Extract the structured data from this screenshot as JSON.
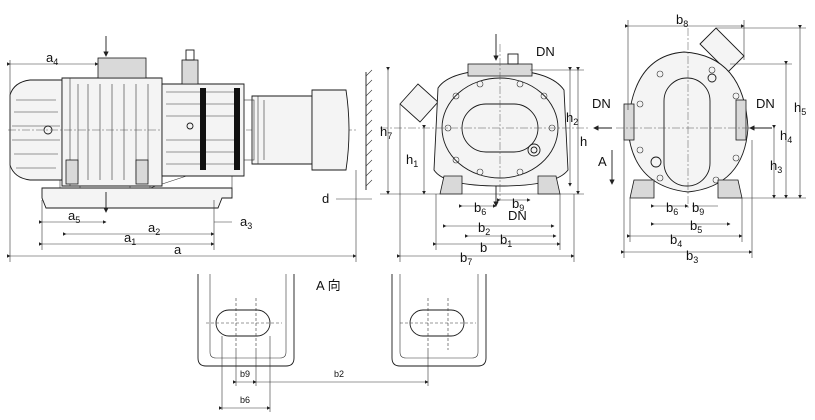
{
  "labels": {
    "a": "a",
    "a1": "a1",
    "a2": "a2",
    "a3": "a3",
    "a4": "a4",
    "a5": "a5",
    "b": "b",
    "b1": "b1",
    "b2": "b2",
    "b3": "b3",
    "b4": "b4",
    "b5": "b5",
    "b6": "b6",
    "b7": "b7",
    "b8": "b8",
    "b9": "b9",
    "h": "h",
    "h1": "h1",
    "h2": "h2",
    "h3": "h3",
    "h4": "h4",
    "h5": "h5",
    "h7": "h7",
    "d": "d",
    "dn_side_top": "DN",
    "dn_side_bottom": "DN",
    "dn_front_left": "DN",
    "dn_front_right": "DN",
    "arrow_a": "A",
    "view_a_title": "A 向",
    "detail_b9": "b9",
    "detail_b2": "b2",
    "detail_b6": "b6"
  }
}
